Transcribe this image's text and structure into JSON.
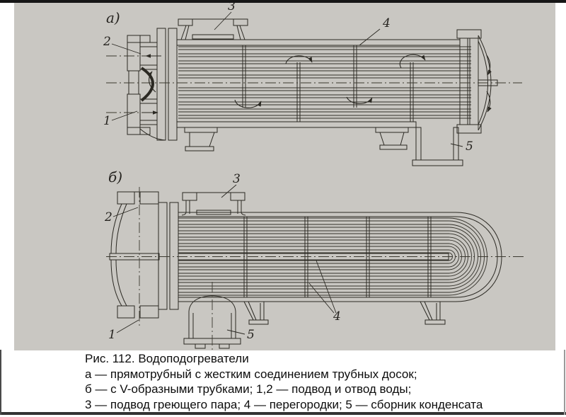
{
  "page": {
    "paper_color": "#c9c7c2",
    "ink_color": "#2b2923",
    "frame_color": "#161616",
    "background": "#ffffff"
  },
  "figure": {
    "diagram_a": {
      "label": "а)",
      "callouts": {
        "c1": "1",
        "c2": "2",
        "c3": "3",
        "c4": "4",
        "c5": "5"
      }
    },
    "diagram_b": {
      "label": "б)",
      "callouts": {
        "c1": "1",
        "c2": "2",
        "c3": "3",
        "c4": "4",
        "c5": "5"
      }
    }
  },
  "caption": {
    "line1": "Рис. 112. Водоподогреватели",
    "line2": "а — прямотрубный с жестким соединением трубных досок;",
    "line3": "б — с V-образными трубками; 1,2 — подвод и отвод воды;",
    "line4": "3 — подвод греющего пара; 4 — перегородки; 5 — сборник конденсата"
  }
}
